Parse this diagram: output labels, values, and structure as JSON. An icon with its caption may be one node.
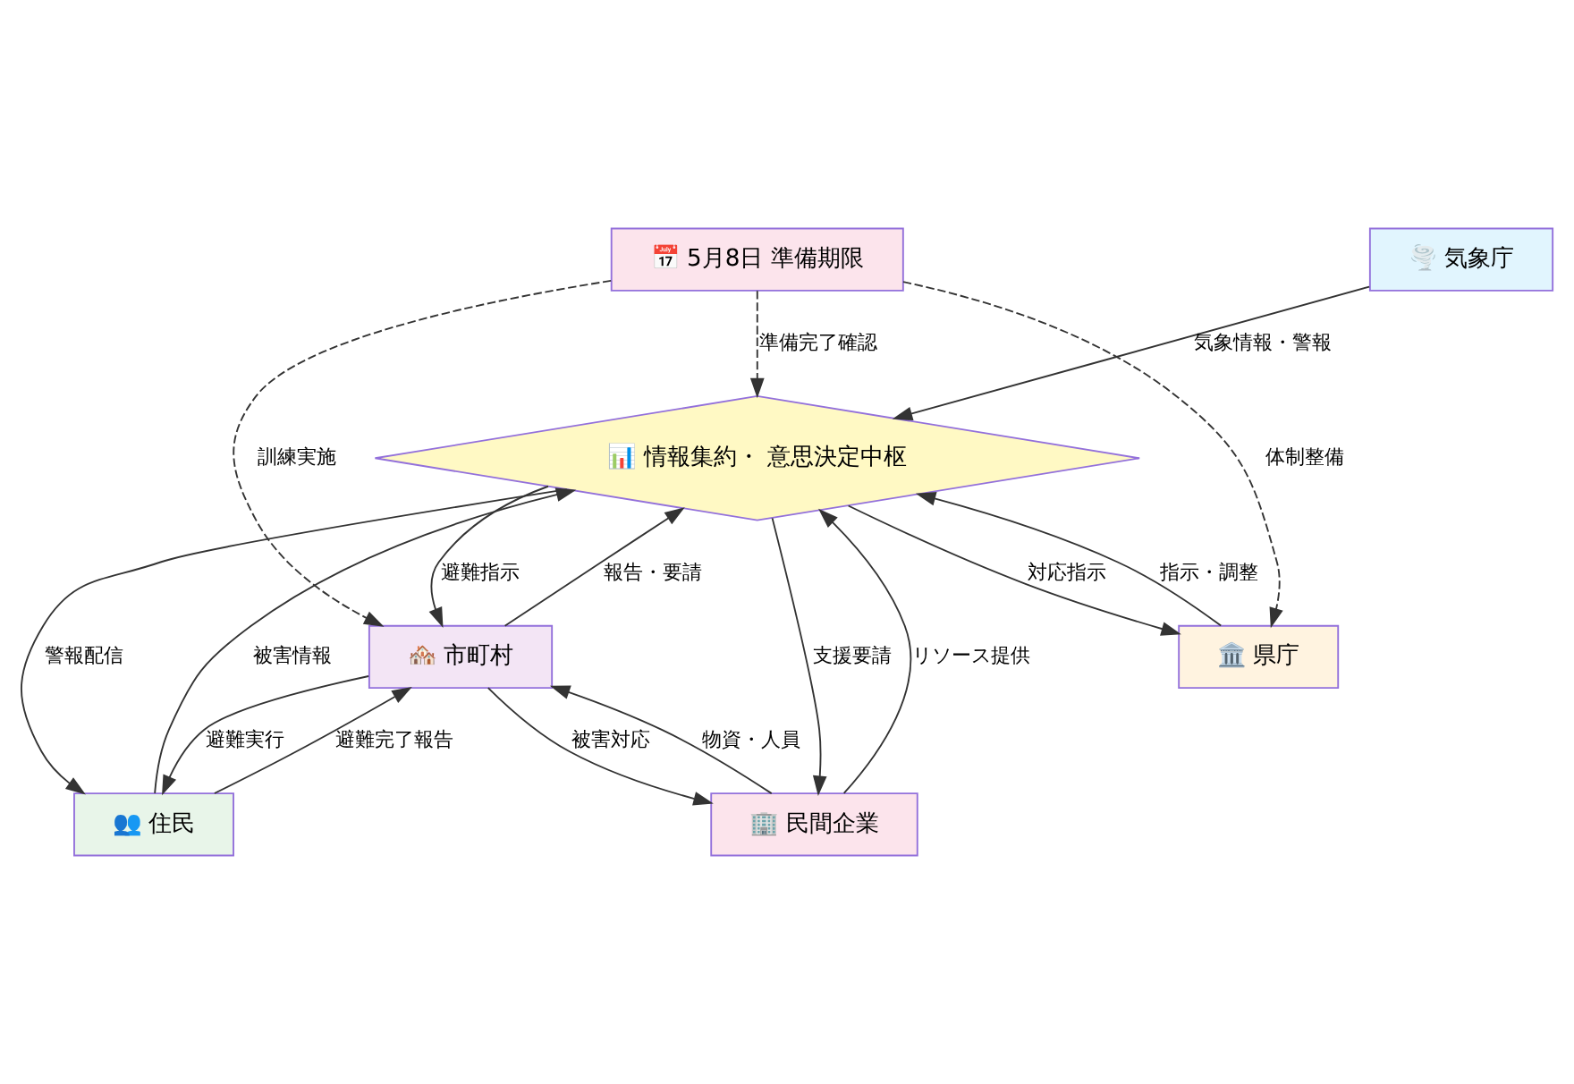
{
  "diagram": {
    "nodes": [
      {
        "text": [
          "🌪️ 気象庁"
        ]
      },
      {
        "text": [
          "📅 5月8日 準備期限"
        ]
      },
      {
        "text": [
          "📊 情報集約・ 意思決定中枢"
        ]
      },
      {
        "text": [
          "🏛️ 県庁"
        ]
      },
      {
        "text": [
          "🏘️ 市町村"
        ]
      },
      {
        "text": [
          "👥 住民"
        ]
      },
      {
        "text": [
          "🏢 民間企業"
        ]
      }
    ],
    "edges": [
      {
        "from": 0,
        "to": 2,
        "arrow": "to",
        "label": "気象情報・警報"
      },
      {
        "from": 1,
        "to": 2,
        "arrow": "to",
        "label": "準備完了確認",
        "style": "dashed"
      },
      {
        "from": 1,
        "to": 3,
        "arrow": "to",
        "label": "体制整備",
        "style": "dashed"
      },
      {
        "from": 1,
        "to": 4,
        "arrow": "to",
        "label": "訓練実施",
        "style": "dashed"
      },
      {
        "from": 2,
        "to": 3,
        "arrow": "to",
        "label": "対応指示"
      },
      {
        "from": 3,
        "to": 2,
        "arrow": "to",
        "label": "指示・調整"
      },
      {
        "from": 2,
        "to": 4,
        "arrow": "to",
        "label": "避難指示"
      },
      {
        "from": 4,
        "to": 2,
        "arrow": "to",
        "label": "報告・要請"
      },
      {
        "from": 2,
        "to": 5,
        "arrow": "to",
        "label": "警報配信"
      },
      {
        "from": 5,
        "to": 2,
        "arrow": "to",
        "label": "被害情報"
      },
      {
        "from": 4,
        "to": 5,
        "arrow": "to",
        "label": "避難実行"
      },
      {
        "from": 5,
        "to": 4,
        "arrow": "to",
        "label": "避難完了報告"
      },
      {
        "from": 2,
        "to": 6,
        "arrow": "to",
        "label": "支援要請"
      },
      {
        "from": 6,
        "to": 2,
        "arrow": "to",
        "label": "リソース提供"
      },
      {
        "from": 4,
        "to": 6,
        "arrow": "to",
        "label": "被害対応"
      },
      {
        "from": 6,
        "to": 4,
        "arrow": "to",
        "label": "物資・人員"
      }
    ]
  }
}
